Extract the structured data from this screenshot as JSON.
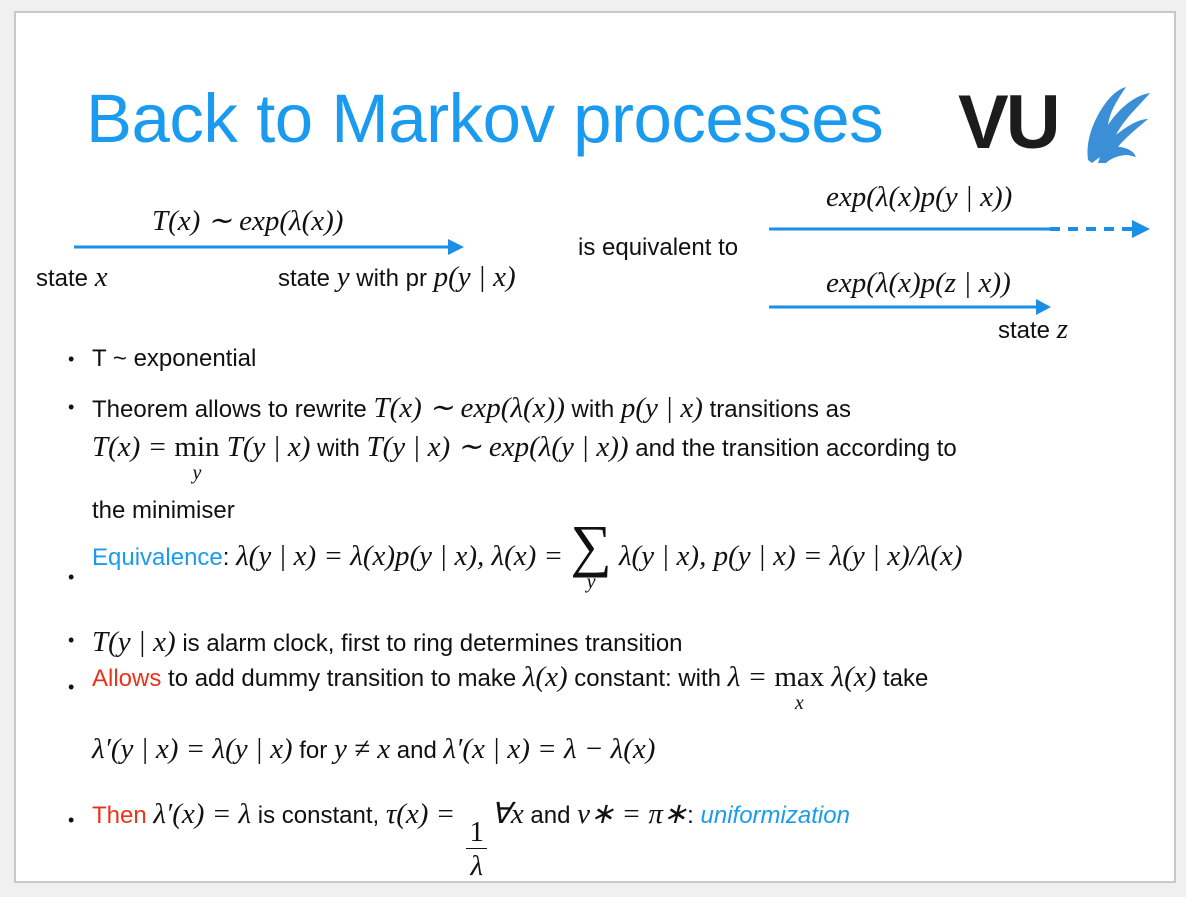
{
  "title": "Back to Markov processes",
  "logo": {
    "text": "VU",
    "icon": "griffin-icon",
    "color": "#3a8fd6"
  },
  "accent": "#1a9bef",
  "diagram": {
    "top_label": "T(x) ∼ exp(λ(x))",
    "state_x_prefix": "state ",
    "state_x_var": "x",
    "state_y_prefix": "state ",
    "state_y_var": "y",
    "state_y_mid": " with pr ",
    "state_y_prob": "p(y | x)",
    "equivalent": "is equivalent to",
    "upper_label": "exp(λ(x)p(y | x))",
    "lower_label": "exp(λ(x)p(z | x))",
    "state_z_prefix": "state ",
    "state_z_var": "z"
  },
  "bullets": [
    {
      "lines": [
        [
          {
            "k": "t",
            "v": "T ~ exponential"
          }
        ]
      ]
    },
    {
      "lines": [
        [
          {
            "k": "t",
            "v": "Theorem allows to rewrite "
          },
          {
            "k": "m",
            "v": "T(x) ∼ exp(λ(x))"
          },
          {
            "k": "t",
            "v": " with "
          },
          {
            "k": "m",
            "v": "p(y | x)"
          },
          {
            "k": "t",
            "v": " transitions as"
          }
        ],
        [
          {
            "k": "m",
            "v": "T(x) = "
          },
          {
            "k": "op",
            "v": "min",
            "u": "y"
          },
          {
            "k": "m",
            "v": " T(y | x)"
          },
          {
            "k": "t",
            "v": " with "
          },
          {
            "k": "m",
            "v": "T(y | x) ∼ exp(λ(y | x))"
          },
          {
            "k": "t",
            "v": " and the transition according to"
          }
        ],
        [
          {
            "k": "t",
            "v": "the minimiser"
          }
        ]
      ]
    },
    {
      "lines": [
        [
          {
            "k": "c",
            "v": "Equivalence",
            "cls": "blue"
          },
          {
            "k": "t",
            "v": ": "
          },
          {
            "k": "m",
            "v": "λ(y | x) = λ(x)p(y | x), λ(x) = "
          },
          {
            "k": "big",
            "v": "∑",
            "u": "y"
          },
          {
            "k": "m",
            "v": " λ(y | x), p(y | x) = λ(y | x)/λ(x)"
          }
        ]
      ]
    },
    {
      "lines": [
        [
          {
            "k": "m",
            "v": "T(y | x)"
          },
          {
            "k": "t",
            "v": " is alarm clock, first to ring determines transition"
          }
        ]
      ]
    },
    {
      "lines": [
        [
          {
            "k": "c",
            "v": "Allows",
            "cls": "red"
          },
          {
            "k": "t",
            "v": " to add dummy transition to make "
          },
          {
            "k": "m",
            "v": "λ(x)"
          },
          {
            "k": "t",
            "v": " constant: with "
          },
          {
            "k": "m",
            "v": "λ = "
          },
          {
            "k": "op",
            "v": "max",
            "u": "x"
          },
          {
            "k": "m",
            "v": " λ(x)"
          },
          {
            "k": "t",
            "v": " take"
          }
        ],
        [
          {
            "k": "m",
            "v": "λ′(y | x) = λ(y | x)"
          },
          {
            "k": "t",
            "v": " for "
          },
          {
            "k": "m",
            "v": "y ≠ x"
          },
          {
            "k": "t",
            "v": " and "
          },
          {
            "k": "m",
            "v": "λ′(x | x) = λ − λ(x)"
          }
        ]
      ]
    },
    {
      "lines": [
        [
          {
            "k": "c",
            "v": "Then",
            "cls": "red"
          },
          {
            "k": "t",
            "v": " "
          },
          {
            "k": "m",
            "v": "λ′(x) = λ"
          },
          {
            "k": "t",
            "v": " is constant, "
          },
          {
            "k": "m",
            "v": "τ(x) = "
          },
          {
            "k": "frac",
            "n": "1",
            "d": "λ"
          },
          {
            "k": "m",
            "v": "∀x"
          },
          {
            "k": "t",
            "v": " and "
          },
          {
            "k": "m",
            "v": "ν∗ = π∗"
          },
          {
            "k": "t",
            "v": ": "
          },
          {
            "k": "c",
            "v": "uniformization",
            "cls": "blue ital"
          }
        ]
      ]
    }
  ]
}
